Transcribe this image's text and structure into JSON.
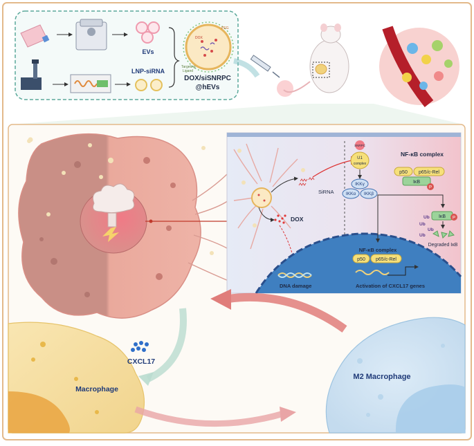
{
  "top_panel": {
    "label_evs": "EVs",
    "label_lnp": "LNP-siRNA",
    "product_line1": "DOX/siSNRPC",
    "product_line2": "@hEVs",
    "label_peg": "PEG",
    "label_dox": "DOX",
    "label_targeting1": "Targeting",
    "label_targeting2": "Ligand"
  },
  "mechanism": {
    "sirna": "SiRNA",
    "dox": "DOX",
    "dna_damage": "DNA damage",
    "snrpc": "SNRPC",
    "u1_line1": "U1",
    "u1_line2": "complex",
    "ikk_gamma": "IKKγ",
    "ikk_alpha": "IKKα",
    "ikk_beta": "IKKβ",
    "nfkb_title_top": "NF-κB complex",
    "p50": "p50",
    "p65": "p65/c-Rel",
    "ikb": "IκB",
    "phospho": "P",
    "ub": "Ub",
    "degraded": "Degraded IκB",
    "nfkb_title_bottom": "NF-κB complex",
    "activation": "Activation of CXCL17 genes"
  },
  "bottom": {
    "cxcl17": "CXCL17",
    "macrophage": "Macrophage",
    "m2": "M2 Macrophage"
  },
  "colors": {
    "frame_border": "#e3b98a",
    "top_border": "#5aa89a",
    "tumor_cell": "#e8a69a",
    "tumor_shade": "#cf8f86",
    "nucleus": "#3f7fc0",
    "macrophage": "#f5dc9c",
    "m2": "#cfe3f2",
    "arrow_red": "#e07d7a",
    "arrow_green": "#b9dccf",
    "text_dark": "#1f3a78"
  }
}
